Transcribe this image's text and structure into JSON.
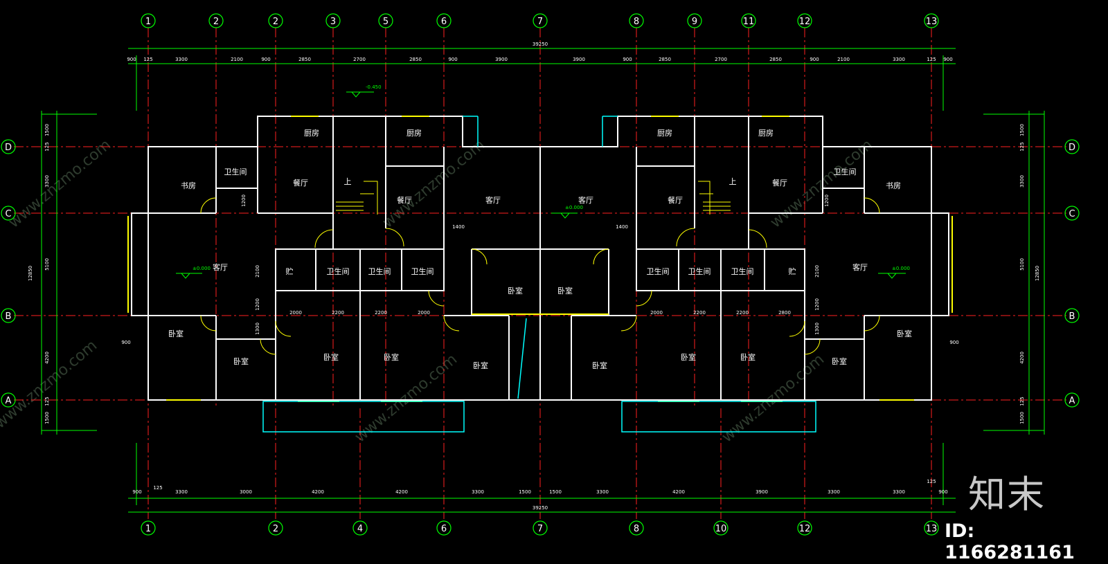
{
  "axes_top": [
    "1",
    "2",
    "2",
    "3",
    "5",
    "6",
    "7",
    "8",
    "9",
    "11",
    "12",
    "13"
  ],
  "axes_bottom": [
    "1",
    "2",
    "4",
    "6",
    "7",
    "8",
    "10",
    "12",
    "13"
  ],
  "axes_rows": [
    "D",
    "C",
    "B",
    "A"
  ],
  "dims": {
    "total": "39250",
    "top_row": [
      "900",
      "125",
      "3300",
      "2100",
      "900",
      "2850",
      "2700",
      "2850",
      "900",
      "3900",
      "3900",
      "900",
      "2850",
      "2700",
      "2850",
      "900",
      "2100",
      "3300",
      "125",
      "900"
    ],
    "bottom_row": [
      "900",
      "125",
      "3300",
      "3000",
      "4200",
      "4200",
      "3300",
      "1500",
      "1500",
      "3300",
      "4200",
      "3900",
      "3300",
      "3300",
      "900"
    ],
    "bottom_right_small": "125",
    "left_outer": "12850",
    "left_inner": [
      "1500",
      "125",
      "3300",
      "5100",
      "4200",
      "125",
      "1500"
    ],
    "right_outer": "12850",
    "right_inner": [
      "1500",
      "125",
      "3300",
      "5100",
      "4200",
      "125",
      "1500"
    ],
    "interior": [
      "1200",
      "2100",
      "1200",
      "1300",
      "2000",
      "2200",
      "2200",
      "2000",
      "2000",
      "2200",
      "2200",
      "2800",
      "2100",
      "1200",
      "1300",
      "1200",
      "1400",
      "1400",
      "900",
      "900"
    ]
  },
  "levels": {
    "stair": "-0.450",
    "living_left": "±0.000",
    "living_center": "±0.000",
    "living_right": "±0.000"
  },
  "rooms": {
    "kitchen": "厨房",
    "dining": "餐厅",
    "study": "书房",
    "bath": "卫生间",
    "living": "客厅",
    "bedroom": "卧室",
    "stair_up": "上",
    "storage": "贮"
  },
  "watermark": "www.znzmo.com",
  "brand": "知末",
  "id_label": "ID: 1166281161",
  "colors": {
    "axis": "#ff2020",
    "wall": "#ffffff",
    "dim": "#00ff00",
    "window": "#ffff00",
    "balcony": "#00ffff",
    "door": "#ffff00"
  }
}
